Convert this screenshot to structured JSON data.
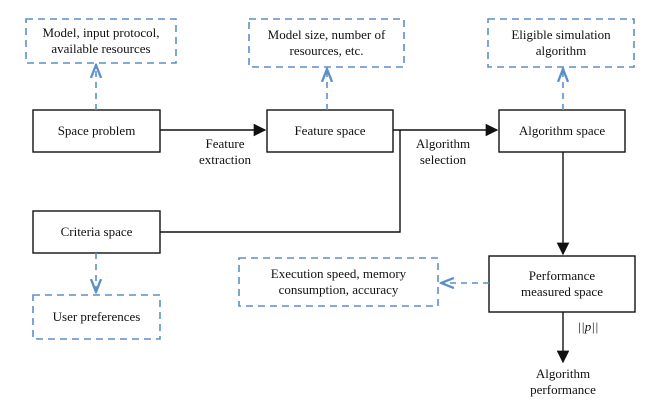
{
  "nodes": {
    "space_problem": "Space problem",
    "feature_space": "Feature space",
    "algorithm_space": "Algorithm space",
    "criteria_space": "Criteria space",
    "performance_space": "Performance\nmeasured space",
    "note_problem": "Model, input protocol,\navailable resources",
    "note_feature": "Model size, number of\nresources, etc.",
    "note_algorithm": "Eligible simulation\nalgorithm",
    "note_performance": "Execution speed, memory\nconsumption, accuracy",
    "note_criteria": "User preferences"
  },
  "edges": {
    "feature_extraction": "Feature\nextraction",
    "algorithm_selection": "Algorithm\nselection",
    "norm": "||p||"
  },
  "outputs": {
    "algorithm_performance": "Algorithm\nperformance"
  },
  "colors": {
    "solid_stroke": "#111111",
    "dashed_stroke": "#5b8fc9"
  }
}
